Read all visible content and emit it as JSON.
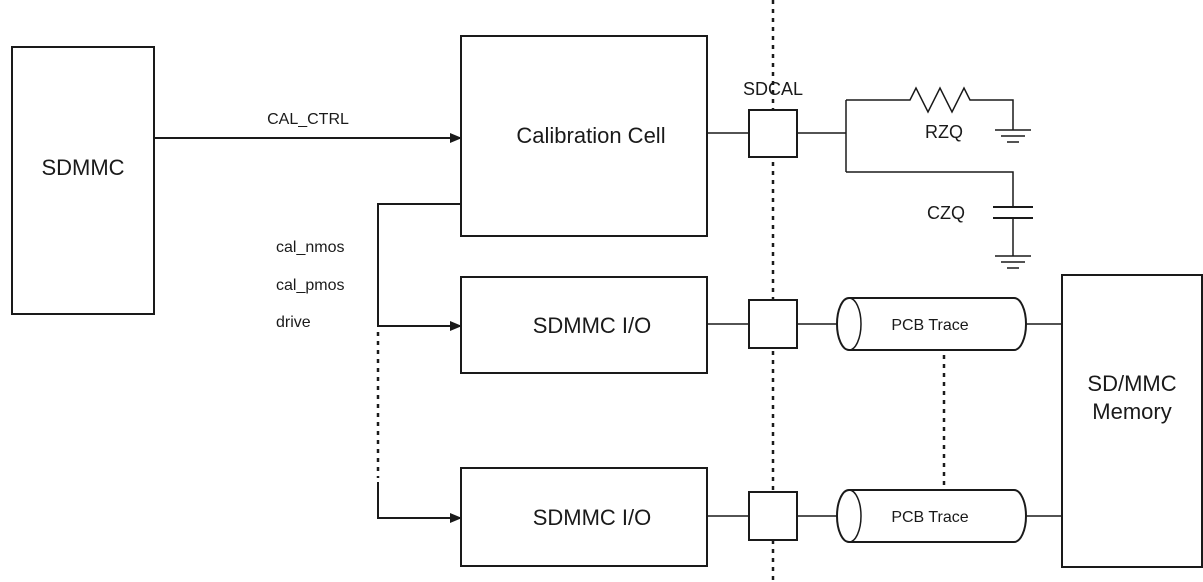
{
  "blocks": {
    "sdmmc": "SDMMC",
    "calibration_cell": "Calibration Cell",
    "io_1": "SDMMC I/O",
    "io_2": "SDMMC I/O",
    "memory_line1": "SD/MMC",
    "memory_line2": "Memory"
  },
  "signals": {
    "cal_ctrl": "CAL_CTRL",
    "cal_nmos": "cal_nmos",
    "cal_pmos": "cal_pmos",
    "drive": "drive"
  },
  "pads": {
    "sdcal": "SDCAL"
  },
  "components": {
    "resistor": "RZQ",
    "capacitor": "CZQ"
  },
  "traces": {
    "trace_1": "PCB Trace",
    "trace_2": "PCB Trace"
  },
  "colors": {
    "line": "#1a1a1a",
    "background": "#ffffff"
  }
}
